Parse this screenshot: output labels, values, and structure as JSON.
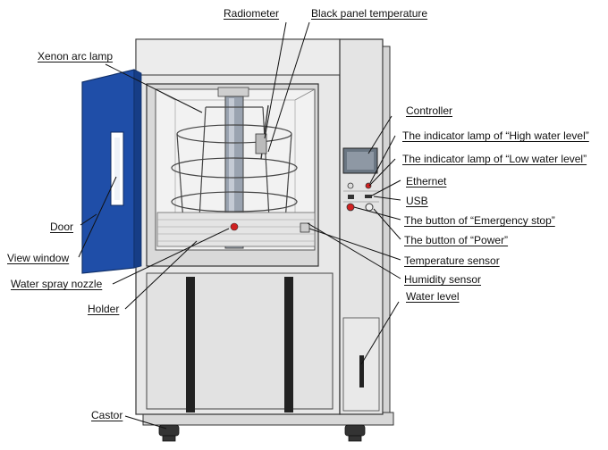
{
  "labels": {
    "radiometer": "Radiometer",
    "black_panel": "Black panel temperature",
    "xenon_lamp": "Xenon arc lamp",
    "controller": "Controller",
    "high_water": "The indicator lamp of “High water level”",
    "low_water": "The indicator lamp of “Low water level”",
    "ethernet": "Ethernet",
    "usb": "USB",
    "emergency_stop": "The button of “Emergency stop”",
    "power": "The button of “Power”",
    "temperature_sensor": "Temperature sensor",
    "humidity_sensor": "Humidity sensor",
    "water_level": "Water level",
    "door": "Door",
    "view_window": "View window",
    "water_spray_nozzle": "Water spray nozzle",
    "holder": "Holder",
    "castor": "Castor"
  },
  "colors": {
    "cabinet": "#e6e6e6",
    "door_blue": "#1f4ea8",
    "outline": "#333333",
    "indicator_red": "#d02020",
    "screen": "#6a7682"
  },
  "icons": [
    "chamber-window",
    "sample-holder",
    "control-panel",
    "castor-wheel"
  ]
}
